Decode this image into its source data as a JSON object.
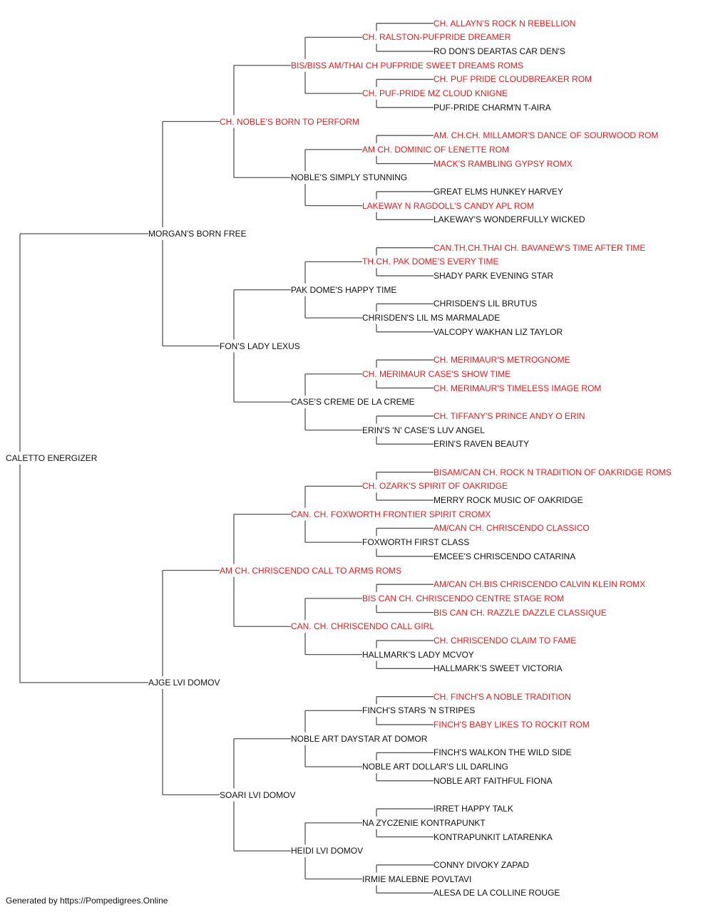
{
  "colors": {
    "champion": "#e31a1c",
    "regular": "#111111",
    "line": "#555555"
  },
  "pedigree": {
    "name": "CALETTO ENERGIZER",
    "ch": false,
    "sire": {
      "name": "MORGAN'S BORN FREE",
      "ch": false,
      "sire": {
        "name": "CH. NOBLE'S BORN TO PERFORM",
        "ch": true,
        "sire": {
          "name": "BIS/BISS AM/THAI CH PUFPRIDE SWEET DREAMS ROMS",
          "ch": true,
          "sire": {
            "name": "CH. RALSTON-PUFPRIDE DREAMER",
            "ch": true,
            "sire": {
              "name": "CH. ALLAYN'S ROCK N REBELLION",
              "ch": true
            },
            "dam": {
              "name": "RO DON'S DEARTAS CAR DEN'S",
              "ch": false
            }
          },
          "dam": {
            "name": "CH. PUF-PRIDE MZ CLOUD KNIGNE",
            "ch": true,
            "sire": {
              "name": "CH. PUF PRIDE CLOUDBREAKER ROM",
              "ch": true
            },
            "dam": {
              "name": "PUF-PRIDE CHARM'N T-AIRA",
              "ch": false
            }
          }
        },
        "dam": {
          "name": "NOBLE'S SIMPLY STUNNING",
          "ch": false,
          "sire": {
            "name": "AM CH. DOMINIC OF LENETTE ROM",
            "ch": true,
            "sire": {
              "name": "AM. CH.CH. MILLAMOR'S DANCE OF SOURWOOD ROM",
              "ch": true
            },
            "dam": {
              "name": "MACK'S RAMBLING GYPSY ROMX",
              "ch": true
            }
          },
          "dam": {
            "name": "LAKEWAY N RAGDOLL'S CANDY APL ROM",
            "ch": true,
            "sire": {
              "name": "GREAT ELMS HUNKEY HARVEY",
              "ch": false
            },
            "dam": {
              "name": "LAKEWAY'S WONDERFULLY WICKED",
              "ch": false
            }
          }
        }
      },
      "dam": {
        "name": "FON'S LADY LEXUS",
        "ch": false,
        "sire": {
          "name": "PAK DOME'S HAPPY TIME",
          "ch": false,
          "sire": {
            "name": "TH.CH. PAK DOME'S EVERY TIME",
            "ch": true,
            "sire": {
              "name": "CAN.TH.CH.THAI CH. BAVANEW'S TIME AFTER TIME",
              "ch": true
            },
            "dam": {
              "name": "SHADY PARK EVENING STAR",
              "ch": false
            }
          },
          "dam": {
            "name": "CHRISDEN'S LIL MS MARMALADE",
            "ch": false,
            "sire": {
              "name": "CHRISDEN'S LIL BRUTUS",
              "ch": false
            },
            "dam": {
              "name": "VALCOPY WAKHAN LIZ TAYLOR",
              "ch": false
            }
          }
        },
        "dam": {
          "name": "CASE'S CREME DE LA CREME",
          "ch": false,
          "sire": {
            "name": "CH. MERIMAUR CASE'S SHOW TIME",
            "ch": true,
            "sire": {
              "name": "CH. MERIMAUR'S METROGNOME",
              "ch": true
            },
            "dam": {
              "name": "CH. MERIMAUR'S TIMELESS IMAGE ROM",
              "ch": true
            }
          },
          "dam": {
            "name": "ERIN'S 'N' CASE'S LUV ANGEL",
            "ch": false,
            "sire": {
              "name": "CH. TIFFANY'S PRINCE ANDY O ERIN",
              "ch": true
            },
            "dam": {
              "name": "ERIN'S RAVEN BEAUTY",
              "ch": false
            }
          }
        }
      }
    },
    "dam": {
      "name": "AJGE LVI DOMOV",
      "ch": false,
      "sire": {
        "name": "AM CH. CHRISCENDO CALL TO ARMS ROMS",
        "ch": true,
        "sire": {
          "name": "CAN. CH. FOXWORTH FRONTIER SPIRIT CROMX",
          "ch": true,
          "sire": {
            "name": "CH. OZARK'S SPIRIT OF OAKRIDGE",
            "ch": true,
            "sire": {
              "name": "BISAM/CAN CH. ROCK N TRADITION OF OAKRIDGE ROMS",
              "ch": true
            },
            "dam": {
              "name": "MERRY ROCK MUSIC OF OAKRIDGE",
              "ch": false
            }
          },
          "dam": {
            "name": "FOXWORTH FIRST CLASS",
            "ch": false,
            "sire": {
              "name": "AM/CAN CH. CHRISCENDO CLASSICO",
              "ch": true
            },
            "dam": {
              "name": "EMCEE'S CHRISCENDO CATARINA",
              "ch": false
            }
          }
        },
        "dam": {
          "name": "CAN. CH. CHRISCENDO CALL GIRL",
          "ch": true,
          "sire": {
            "name": "BIS CAN CH. CHRISCENDO CENTRE STAGE ROM",
            "ch": true,
            "sire": {
              "name": "AM/CAN CH.BIS CHRISCENDO CALVIN KLEIN ROMX",
              "ch": true
            },
            "dam": {
              "name": "BIS CAN CH. RAZZLE DAZZLE CLASSIQUE",
              "ch": true
            }
          },
          "dam": {
            "name": "HALLMARK'S LADY MCVOY",
            "ch": false,
            "sire": {
              "name": "CH. CHRISCENDO CLAIM TO FAME",
              "ch": true
            },
            "dam": {
              "name": "HALLMARK'S SWEET VICTORIA",
              "ch": false
            }
          }
        }
      },
      "dam": {
        "name": "SOARI LVI DOMOV",
        "ch": false,
        "sire": {
          "name": "NOBLE ART DAYSTAR AT DOMOR",
          "ch": false,
          "sire": {
            "name": "FINCH'S STARS 'N STRIPES",
            "ch": false,
            "sire": {
              "name": "CH. FINCH'S A NOBLE TRADITION",
              "ch": true
            },
            "dam": {
              "name": "FINCH'S BABY LIKES TO ROCKIT ROM",
              "ch": true
            }
          },
          "dam": {
            "name": "NOBLE ART DOLLAR'S LIL DARLING",
            "ch": false,
            "sire": {
              "name": "FINCH'S WALKON THE WILD SIDE",
              "ch": false
            },
            "dam": {
              "name": "NOBLE ART FAITHFUL FIONA",
              "ch": false
            }
          }
        },
        "dam": {
          "name": "HEIDI LVI DOMOV",
          "ch": false,
          "sire": {
            "name": "NA ZYCZENIE KONTRAPUNKT",
            "ch": false,
            "sire": {
              "name": "IRRET HAPPY TALK",
              "ch": false
            },
            "dam": {
              "name": "KONTRAPUNKIT LATARENKA",
              "ch": false
            }
          },
          "dam": {
            "name": "IRMIE MALEBNE POVLTAVI",
            "ch": false,
            "sire": {
              "name": "CONNY DIVOKY ZAPAD",
              "ch": false
            },
            "dam": {
              "name": "ALESA DE LA COLLINE ROUGE",
              "ch": false
            }
          }
        }
      }
    }
  },
  "footer": "Generated by https://Pompedigrees.Online"
}
